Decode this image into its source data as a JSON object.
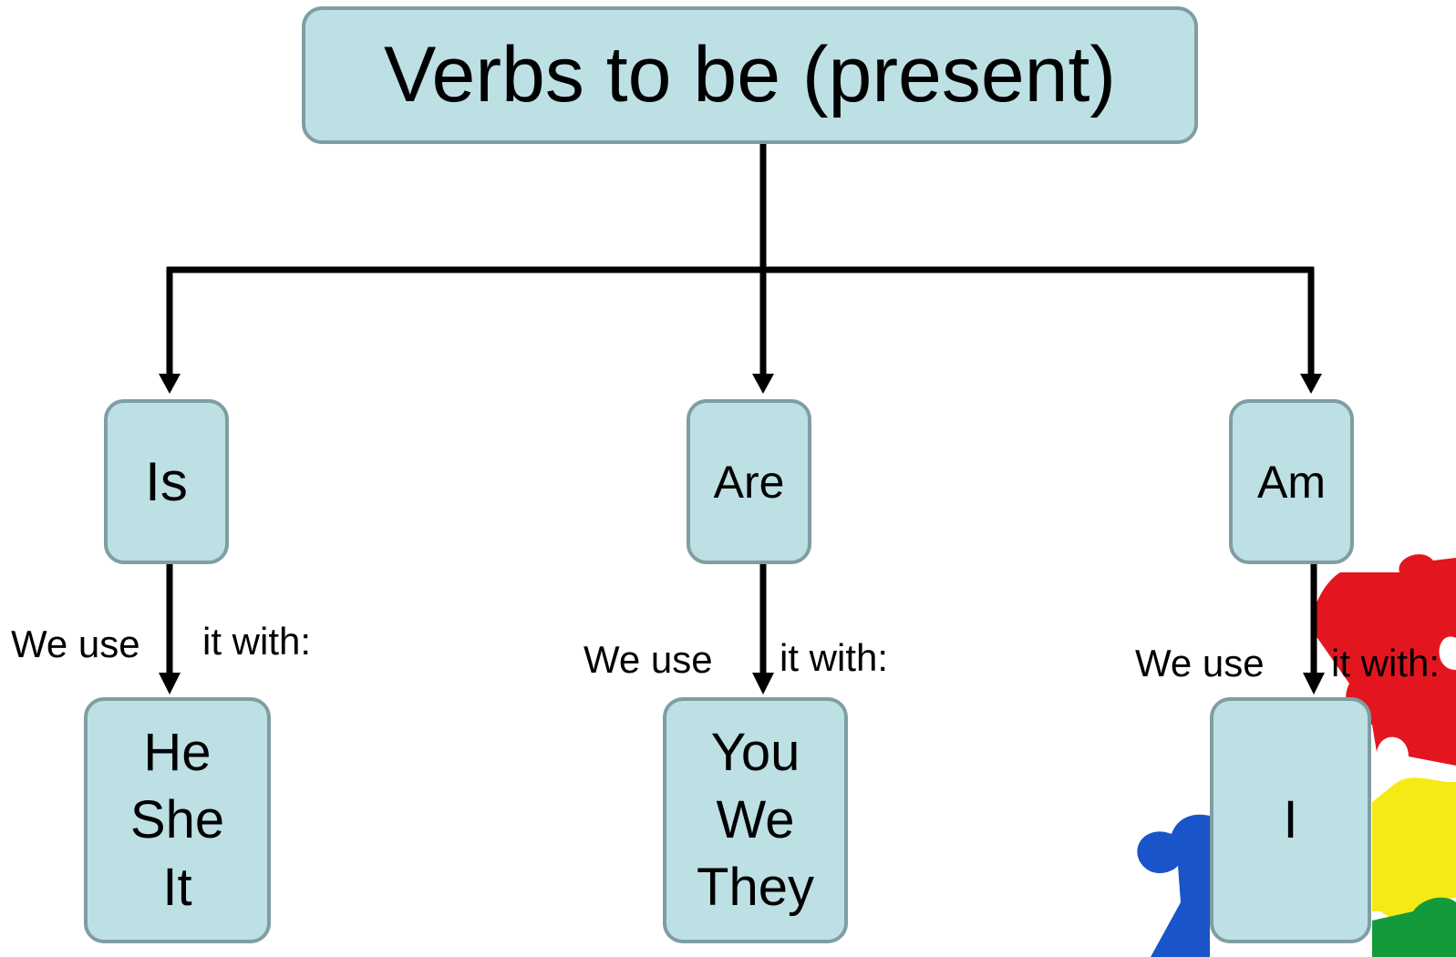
{
  "colors": {
    "box_fill": "#bde0e4",
    "box_border": "#7f9ea3",
    "arrow": "#000000",
    "puzzle_red": "#e3161f",
    "puzzle_yellow": "#f5ea14",
    "puzzle_blue": "#1a54c9",
    "puzzle_green": "#139a3a"
  },
  "diagram": {
    "title": "Verbs to be (present)",
    "branches": [
      {
        "verb": "Is",
        "use_left": "We use",
        "use_right": "it with:",
        "pronouns": [
          "He",
          "She",
          "It"
        ]
      },
      {
        "verb": "Are",
        "use_left": "We use",
        "use_right": "it with:",
        "pronouns": [
          "You",
          "We",
          "They"
        ]
      },
      {
        "verb": "Am",
        "use_left": "We use",
        "use_right": "it with:",
        "pronouns": [
          "I"
        ]
      }
    ]
  },
  "decoration": {
    "icon": "puzzle-pieces-icon"
  }
}
